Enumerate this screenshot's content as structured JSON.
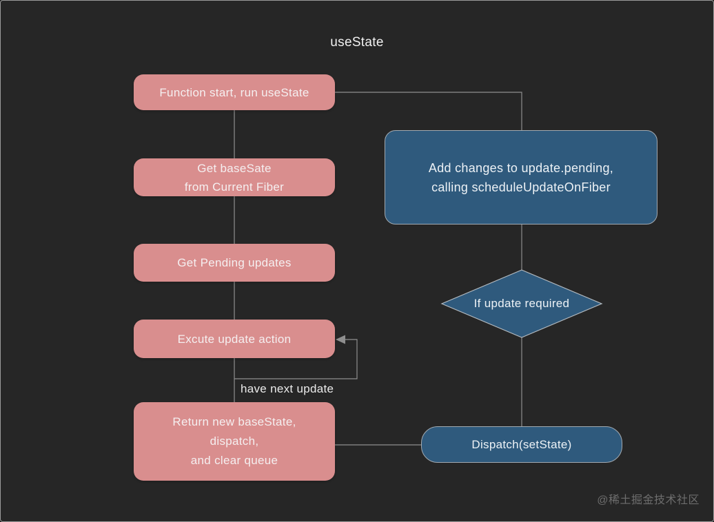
{
  "title": "useState",
  "nodes": {
    "function_start": "Function start, run useState",
    "get_basesate": "Get baseSate\nfrom Current Fiber",
    "get_pending": "Get Pending updates",
    "excute_update": "Excute update action",
    "return_new": "Return new baseState,\ndispatch,\nand clear queue",
    "add_changes": "Add changes to update.pending,\ncalling scheduleUpdateOnFiber",
    "if_update_required": "If update required",
    "dispatch": "Dispatch(setState)"
  },
  "labels": {
    "loop": "have next update"
  },
  "watermark": "@稀土掘金技术社区",
  "colors": {
    "background": "#262626",
    "pink_node": "#d98e8e",
    "blue_node": "#2f5a7d",
    "connector": "#8f8f8f",
    "node_border": "#a3abb2",
    "text": "#f2f2f2",
    "watermark": "#6e6e6e"
  }
}
